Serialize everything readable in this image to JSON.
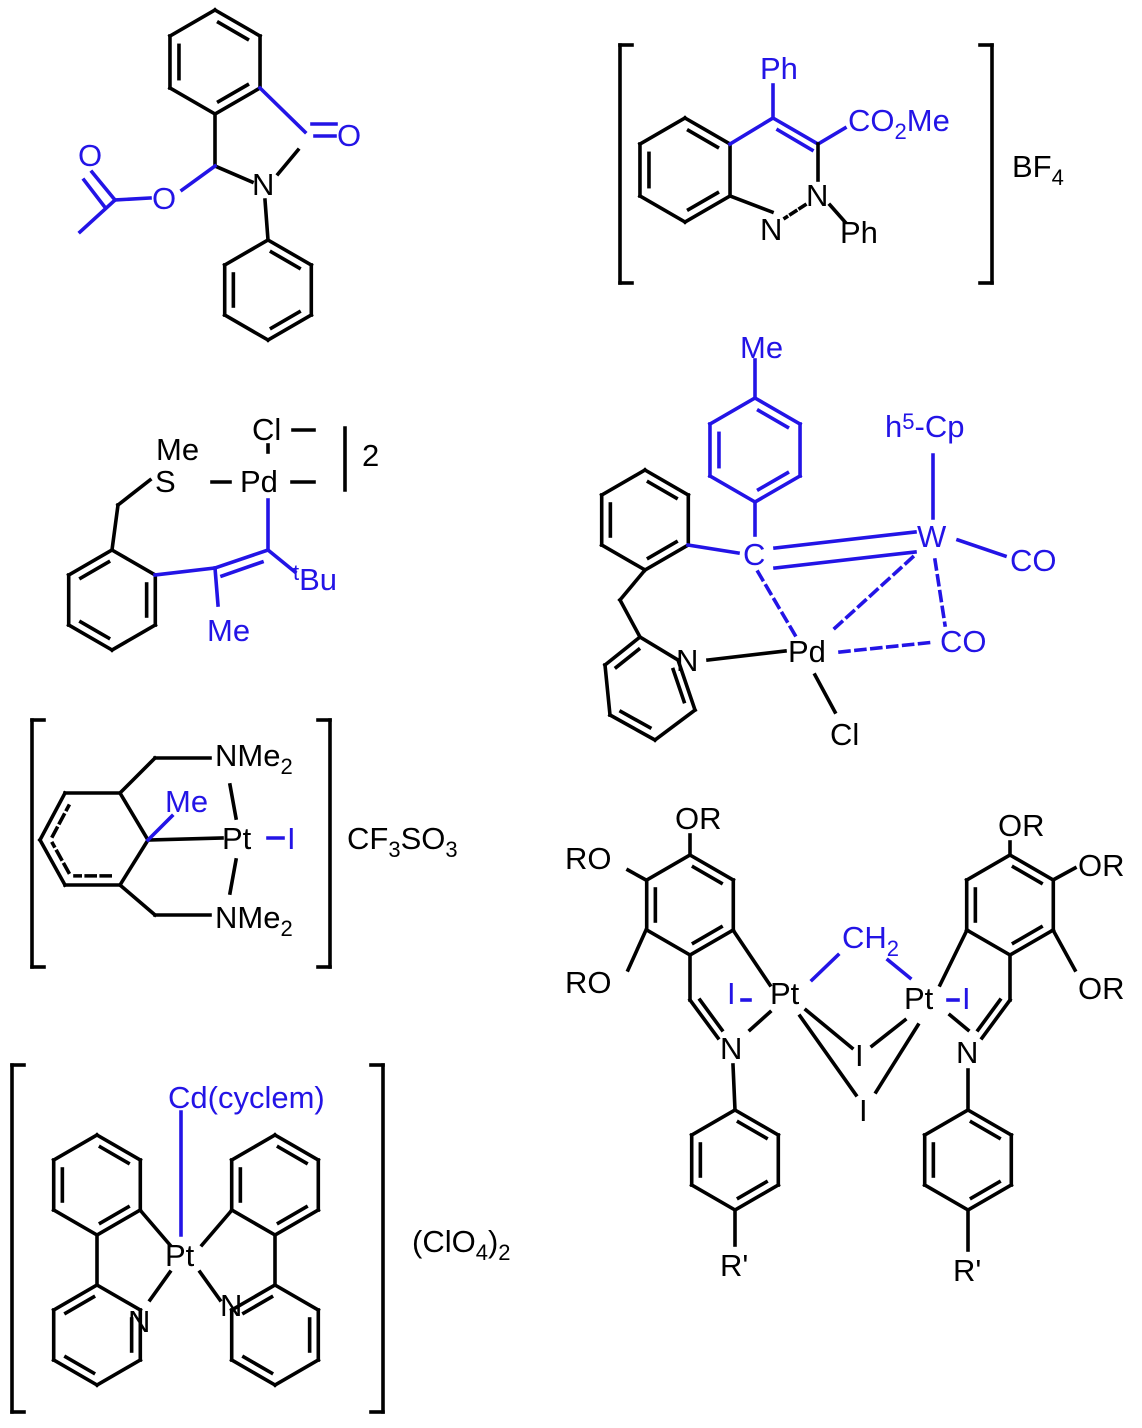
{
  "colors": {
    "black": "#000000",
    "blue": "#2314e6"
  },
  "s1": {
    "o_carbonyl": "O",
    "n": "N",
    "o_ester": "O",
    "o_acetyl": "O"
  },
  "s2": {
    "ph_top": "Ph",
    "co2me_a": "CO",
    "co2me_sub": "2",
    "co2me_b": "Me",
    "n1": "N",
    "n2": "N",
    "ph_n": "Ph",
    "bf": "BF",
    "bf_sub": "4"
  },
  "s3": {
    "me": "Me",
    "s": "S",
    "cl": "Cl",
    "pd": "Pd",
    "dimer": "2",
    "tbu_sup": "t",
    "tbu": "Bu",
    "me2": "Me"
  },
  "s4": {
    "me": "Me",
    "cp_a": "h",
    "cp_sup": "5",
    "cp_b": "-Cp",
    "c": "C",
    "w": "W",
    "co1": "CO",
    "n": "N",
    "pd": "Pd",
    "co2": "CO",
    "cl": "Cl"
  },
  "s5": {
    "nme2_top": "NMe",
    "sub_top": "2",
    "me": "Me",
    "pt": "Pt",
    "i": "I",
    "nme2_bot": "NMe",
    "sub_bot": "2",
    "counter_a": "CF",
    "counter_s1": "3",
    "counter_b": "SO",
    "counter_s2": "3"
  },
  "s6": {
    "cd": "Cd(cyclem)",
    "pt": "Pt",
    "n1": "N",
    "n2": "N",
    "counter_a": "(ClO",
    "counter_s1": "4",
    "counter_b": ")",
    "counter_s2": "2"
  },
  "s7": {
    "or1": "OR",
    "ro1": "RO",
    "ro2": "RO",
    "or2": "OR",
    "or3": "OR",
    "or4": "OR",
    "ch2": "CH",
    "ch2_sub": "2",
    "i1": "I",
    "pt1": "Pt",
    "pt2": "Pt",
    "i2": "I",
    "n1": "N",
    "n2": "N",
    "i3": "I",
    "i4": "I",
    "r1": "R'",
    "r2": "R'"
  }
}
